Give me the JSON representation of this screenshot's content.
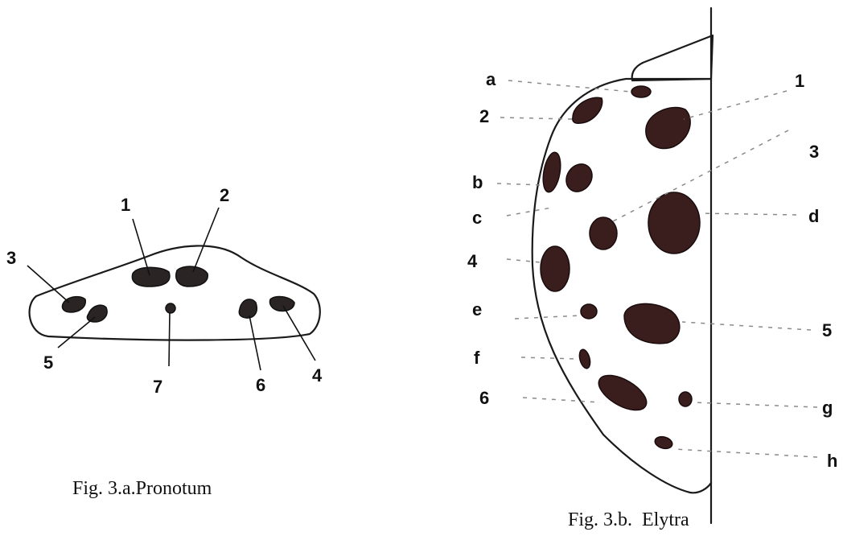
{
  "pronotum": {
    "caption": "Fig. 3.a.Pronotum",
    "labels": [
      "1",
      "2",
      "3",
      "4",
      "5",
      "6",
      "7"
    ]
  },
  "elytra": {
    "caption": "Fig. 3.b.  Elytra",
    "left_labels": [
      "a",
      "2",
      "b",
      "c",
      "4",
      "e",
      "f",
      "6"
    ],
    "right_labels": [
      "1",
      "3",
      "d",
      "5",
      "g",
      "h"
    ]
  },
  "colors": {
    "spot_pronotum": "#2a2424",
    "spot_elytra": "#3a1d1d",
    "outline": "#1a1a1a"
  }
}
